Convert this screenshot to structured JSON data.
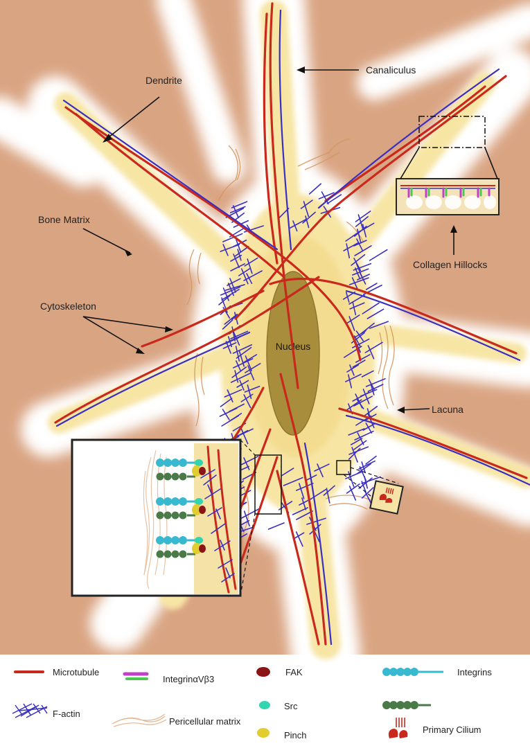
{
  "labels": {
    "dendrite": "Dendrite",
    "canaliculus": "Canaliculus",
    "bone_matrix": "Bone Matrix",
    "cytoskeleton": "Cytoskeleton",
    "nucleus": "Nucleus",
    "collagen_hillocks": "Collagen Hillocks",
    "lacuna": "Lacuna"
  },
  "legend": {
    "microtubule": "Microtubule",
    "integrin_avb3": "IntegrinαVβ3",
    "fak": "FAK",
    "integrins": "Integrins",
    "f_actin": "F-actin",
    "pericellular_matrix": "Pericellular matrix",
    "src": "Src",
    "pinch": "Pinch",
    "primary_cilium": "Primary Cilium"
  },
  "colors": {
    "bone": "#d9a482",
    "lacuna": "#ffffff",
    "cytoplasm": "#f7e5a4",
    "cytoplasm_core": "#f3d98a",
    "nucleus": "#a88d3c",
    "microtubule": "#c8291c",
    "f_actin": "#3a2fc0",
    "pericellular": "#e8b48e",
    "integrin_head": "#38b9d0",
    "integrin_alt": "#4a7a48",
    "fak": "#8b1414",
    "src": "#33d4b0",
    "pinch": "#e2cd30",
    "integrin_avb3_a": "#c040c8",
    "integrin_avb3_b": "#4cc852"
  }
}
